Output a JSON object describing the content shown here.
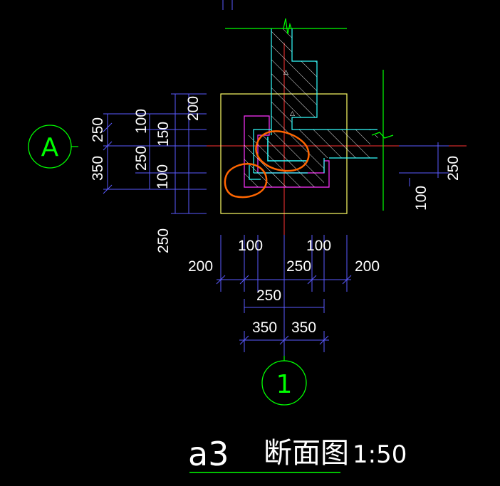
{
  "drawing": {
    "title_code": "a3",
    "title_name": "断面图",
    "scale": "1:50",
    "axis_a": "A",
    "axis_1": "1"
  },
  "dimensions": {
    "left_outer": [
      "250",
      "350"
    ],
    "left_inner": [
      "100",
      "250",
      "100"
    ],
    "top_small": [
      "200",
      "150"
    ],
    "bottom_far_left": "250",
    "right": [
      "250",
      "100"
    ],
    "bottom_row1": [
      "100",
      "100"
    ],
    "bottom_row2": [
      "200",
      "250",
      "200"
    ],
    "bottom_row3": "250",
    "bottom_row4": [
      "350",
      "350"
    ]
  },
  "colors": {
    "background": "#000000",
    "dimension": "#5a5aff",
    "footing": "#ffff66",
    "cap": "#ff33ff",
    "wall": "#33ffff",
    "axis": "#ff3333",
    "grade_line": "#00ff00",
    "hatch": "#ffffff",
    "markup": "#ff6600",
    "text": "#ffffff"
  }
}
